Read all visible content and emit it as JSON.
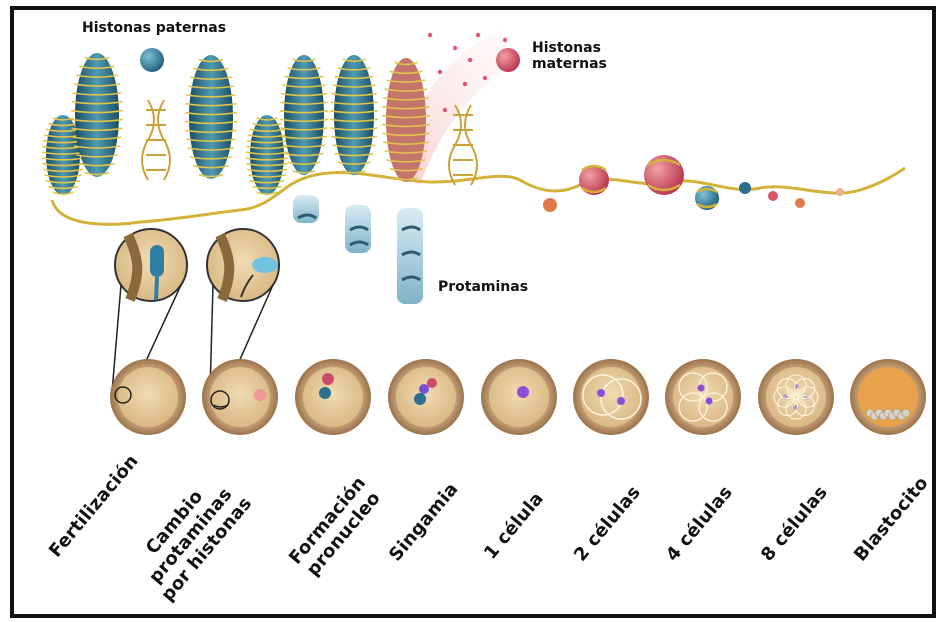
{
  "labels": {
    "histonas_paternas": "Histonas paternas",
    "histonas_maternas": "Histonas\nmaternas",
    "protaminas": "Protaminas"
  },
  "stages": [
    {
      "label": "Fertilización"
    },
    {
      "label": "Cambio\nprotaminas\npor histonas"
    },
    {
      "label": "Formación\npronucleo"
    },
    {
      "label": "Singamia"
    },
    {
      "label": "1 célula"
    },
    {
      "label": "2 células"
    },
    {
      "label": "4 células"
    },
    {
      "label": "8 células"
    },
    {
      "label": "Blastocito"
    }
  ],
  "colors": {
    "paternal_histone": "#2e6f8f",
    "maternal_histone": "#d9566a",
    "chromatin_fiber": "#d4b13a",
    "protamine": "#a9cfe0",
    "cell_outer": "#b48a5e",
    "cell_inner": "#e8cf9e",
    "nucleus": "#8a4fd6"
  }
}
